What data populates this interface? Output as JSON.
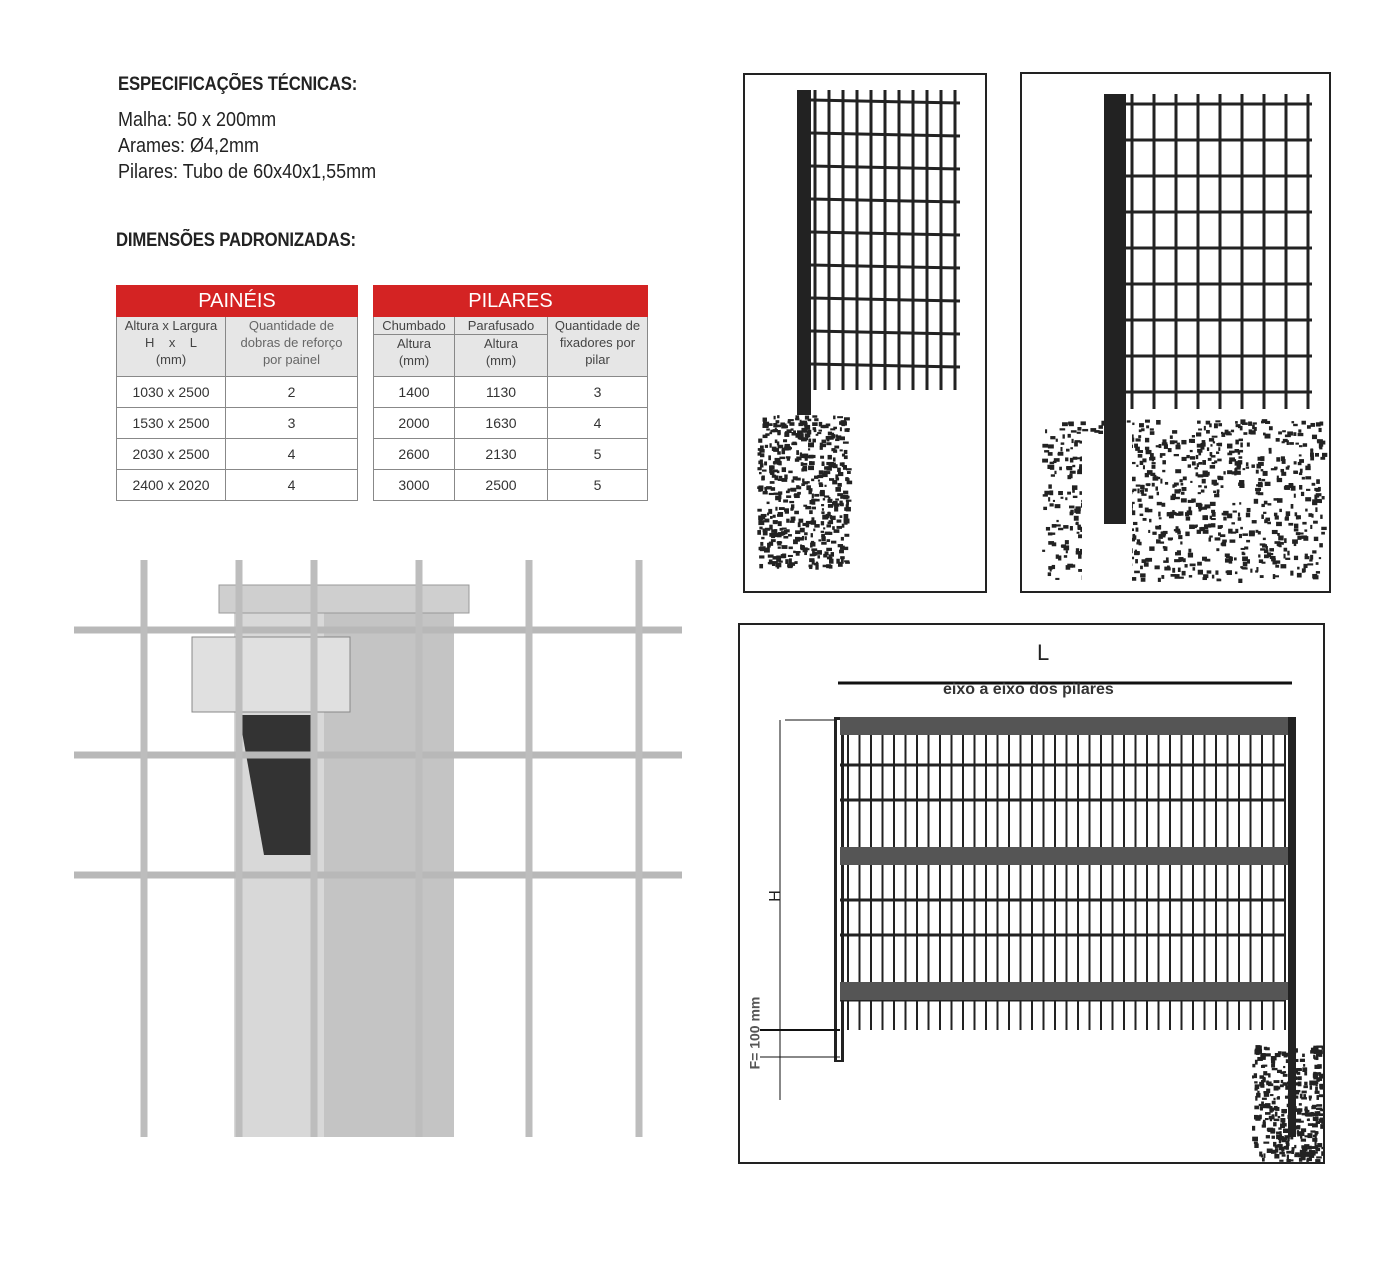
{
  "specs": {
    "title": "ESPECIFICAÇÕES TÉCNICAS:",
    "lines": [
      "Malha: 50 x 200mm",
      "Arames: Ø4,2mm",
      "Pilares: Tubo de 60x40x1,55mm"
    ]
  },
  "dimensions_title": "DIMENSÕES PADRONIZADAS:",
  "paineis": {
    "title": "PAINÉIS",
    "headers": [
      "Altura x Largura",
      "H    x    L",
      "(mm)",
      "Quantidade de",
      "dobras de reforço",
      "por painel"
    ],
    "rows": [
      [
        "1030 x 2500",
        "2"
      ],
      [
        "1530 x 2500",
        "3"
      ],
      [
        "2030 x 2500",
        "4"
      ],
      [
        "2400 x 2020",
        "4"
      ]
    ]
  },
  "pilares": {
    "title": "PILARES",
    "headers": [
      "Chumbado",
      "Parafusado",
      "Altura",
      "(mm)",
      "Altura",
      "(mm)",
      "Quantidade de",
      "fixadores por",
      "pilar"
    ],
    "rows": [
      [
        "1400",
        "1130",
        "3"
      ],
      [
        "2000",
        "1630",
        "4"
      ],
      [
        "2600",
        "2130",
        "5"
      ],
      [
        "3000",
        "2500",
        "5"
      ]
    ]
  },
  "diagram": {
    "width_label": "L",
    "axis_label": "eixo a eixo dos pilares",
    "height_label": "H",
    "foundation_label": "F= 100 mm"
  }
}
